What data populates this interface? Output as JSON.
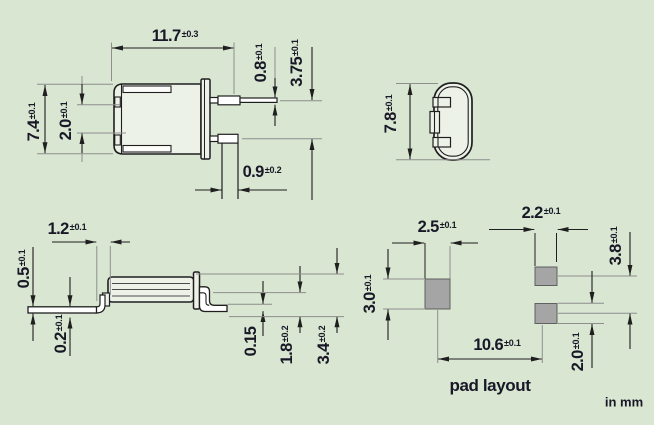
{
  "title": "crystal package dimension drawing",
  "units_label": "in mm",
  "colors": {
    "background": "#d9e6d2",
    "outline": "#1f1f1f",
    "extension_line": "#8e8e8e",
    "pad_fill": "#a5a5a5",
    "text": "#181826"
  },
  "views": {
    "front": {
      "dims": {
        "length": {
          "v": "11.7",
          "t": "±0.3"
        },
        "lead_thickness": {
          "v": "0.8",
          "t": "±0.1"
        },
        "lead_pitch": {
          "v": "3.75",
          "t": "±0.1"
        },
        "body_width": {
          "v": "7.4",
          "t": "±0.1"
        },
        "lead_gap": {
          "v": "2.0",
          "t": "±0.1"
        },
        "lead_width": {
          "v": "0.9",
          "t": "±0.2"
        }
      }
    },
    "end": {
      "dims": {
        "body_height": {
          "v": "7.8",
          "t": "±0.1"
        }
      }
    },
    "side": {
      "dims": {
        "bend_length": {
          "v": "1.2",
          "t": "±0.1"
        },
        "lead_thk": {
          "v": "0.5",
          "t": "±0.1"
        },
        "standoff": {
          "v": "0.2",
          "t": "±0.1"
        },
        "coplanarity": {
          "v": "0.15",
          "t": ""
        },
        "foot_height": {
          "v": "1.8",
          "t": "±0.2"
        },
        "total_height": {
          "v": "3.4",
          "t": "±0.2"
        }
      }
    },
    "pad": {
      "label": "pad layout",
      "dims": {
        "pad1_width": {
          "v": "2.5",
          "t": "±0.1"
        },
        "pad1_height": {
          "v": "3.0",
          "t": "±0.1"
        },
        "pad2_width": {
          "v": "2.2",
          "t": "±0.1"
        },
        "pad2_pitch": {
          "v": "3.8",
          "t": "±0.1"
        },
        "pad2_height": {
          "v": "2.0",
          "t": "±0.1"
        },
        "pad_span": {
          "v": "10.6",
          "t": "±0.1"
        }
      }
    }
  }
}
